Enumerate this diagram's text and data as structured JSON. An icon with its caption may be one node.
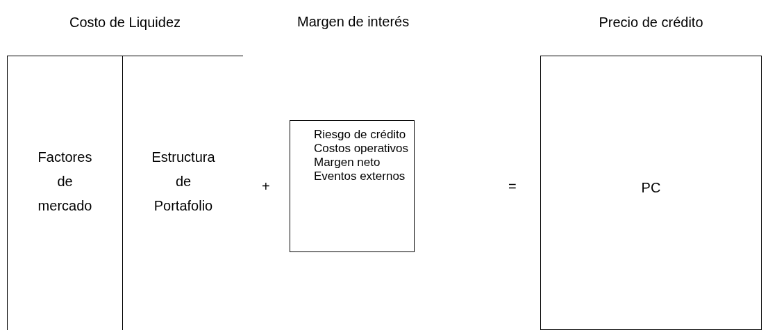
{
  "diagram": {
    "nodes": [
      {
        "text": [
          "Costo de Liquidez"
        ]
      },
      {
        "text": [
          "Factores de mercado"
        ],
        "in": 0
      },
      {
        "text": [
          "Estructura de Portafolio"
        ],
        "in": 0
      },
      {
        "text": [
          "Riesgo de crédito",
          "Costos operativos",
          "Margen neto",
          "Eventos externos"
        ]
      },
      {
        "text": [
          "Precio de crédito",
          "PC"
        ]
      }
    ],
    "labels": [
      "Margen de interés",
      "+",
      "="
    ]
  }
}
